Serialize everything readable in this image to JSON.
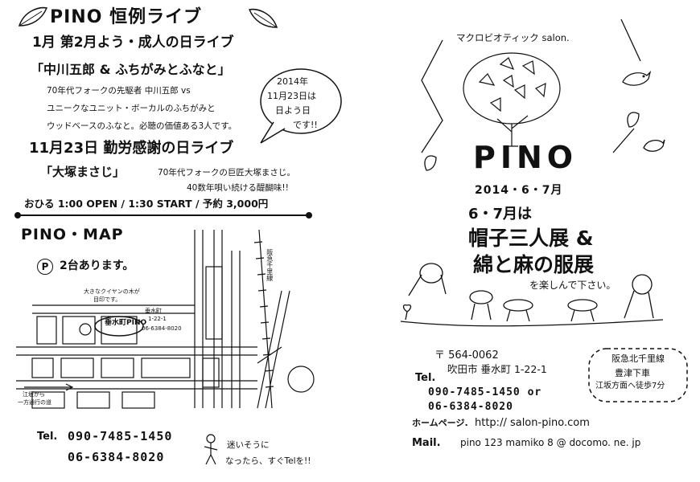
{
  "left": {
    "header": "PINO 恒例ライブ",
    "jan": {
      "title": "1月 第2月よう・成人の日ライブ",
      "performers": "「中川五郎 & ふちがみとふなと」",
      "desc": [
        "70年代フォークの先駆者 中川五郎 vs",
        "ユニークなユニット・ボーカルのふちがみと",
        "ウッドベースのふなと。必聴の価値ある3人です。"
      ]
    },
    "bubble": [
      "2014年",
      "11月23日は",
      "日よう日",
      "です!!"
    ],
    "nov": {
      "title": "11月23日 勤労感謝の日ライブ",
      "performer": "「大塚まさじ」",
      "desc": [
        "70年代フォークの巨匠大塚まさじ。",
        "40数年唄い続ける醍醐味!!"
      ]
    },
    "schedule": "おひる 1:00 OPEN / 1:30 START / 予約 3,000円",
    "map": {
      "title": "PINO・MAP",
      "parking_mark": "P",
      "parking": "2台あります。",
      "store": "垂水町PINO",
      "tree_note": [
        "大きなクイヤンの木が",
        "目印です。"
      ],
      "address_note": [
        "垂水町",
        "1-22-1"
      ],
      "phone_note": "06-6384-8020",
      "line_station": "阪急千里線",
      "road": [
        "江坂から",
        "一方通行の道"
      ],
      "tel_label": "Tel.",
      "tel1": "090-7485-1450",
      "tel2": "06-6384-8020",
      "lost": [
        "迷いそうに",
        "なったら、すぐTelを!!"
      ]
    }
  },
  "right": {
    "tagline": "マクロビオティック salon.",
    "name": "PINO",
    "date": "2014・6・7月",
    "event1": "6・7月は",
    "event2": "帽子三人展 &",
    "event3": "綿と麻の服展",
    "event4": "を楽しんで下さい。",
    "postal": "〒 564-0062",
    "address": "吹田市 垂水町 1-22-1",
    "access": [
      "阪急北千里線",
      "豊津下車",
      "江坂方面へ徒歩7分"
    ],
    "tel_label": "Tel.",
    "tel1": "090-7485-1450 or",
    "tel2": "06-6384-8020",
    "home_label": "ホームページ.",
    "home_url": "http:// salon-pino.com",
    "mail_label": "Mail.",
    "mail": "pino 123 mamiko 8 @ docomo. ne. jp"
  }
}
